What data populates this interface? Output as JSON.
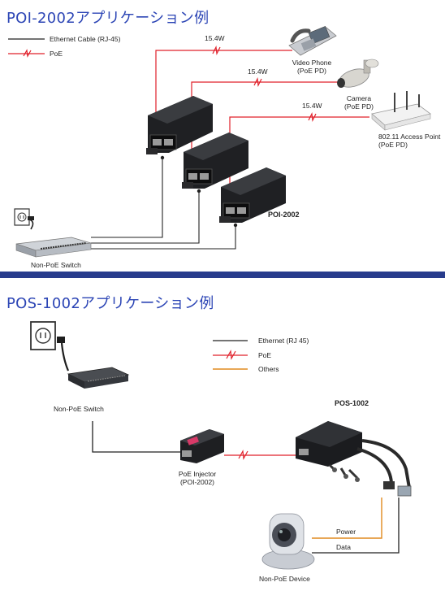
{
  "top": {
    "title": "POI-2002アプリケーション例",
    "legend": {
      "ethernet": "Ethernet Cable (RJ-45)",
      "poe": "PoE"
    },
    "watts": [
      "15.4W",
      "15.4W",
      "15.4W"
    ],
    "devices": {
      "phone": [
        "Video Phone",
        "(PoE PD)"
      ],
      "camera": [
        "Camera",
        "(PoE PD)"
      ],
      "ap": [
        "802.11 Access Point",
        "(PoE PD)"
      ]
    },
    "product": "POI-2002",
    "switch": "Non-PoE Switch"
  },
  "bottom": {
    "title": "POS-1002アプリケーション例",
    "legend": {
      "ethernet": "Ethernet (RJ 45)",
      "poe": "PoE",
      "others": "Others"
    },
    "switch": "Non-PoE Switch",
    "injector": [
      "PoE Injector",
      "(POI-2002)"
    ],
    "product": "POS-1002",
    "power": "Power",
    "data": "Data",
    "device": "Non-PoE Device"
  },
  "colors": {
    "title": "#2c45b5",
    "poe": "#e0202a",
    "others": "#e08a1e",
    "divider": "#283c8c"
  }
}
